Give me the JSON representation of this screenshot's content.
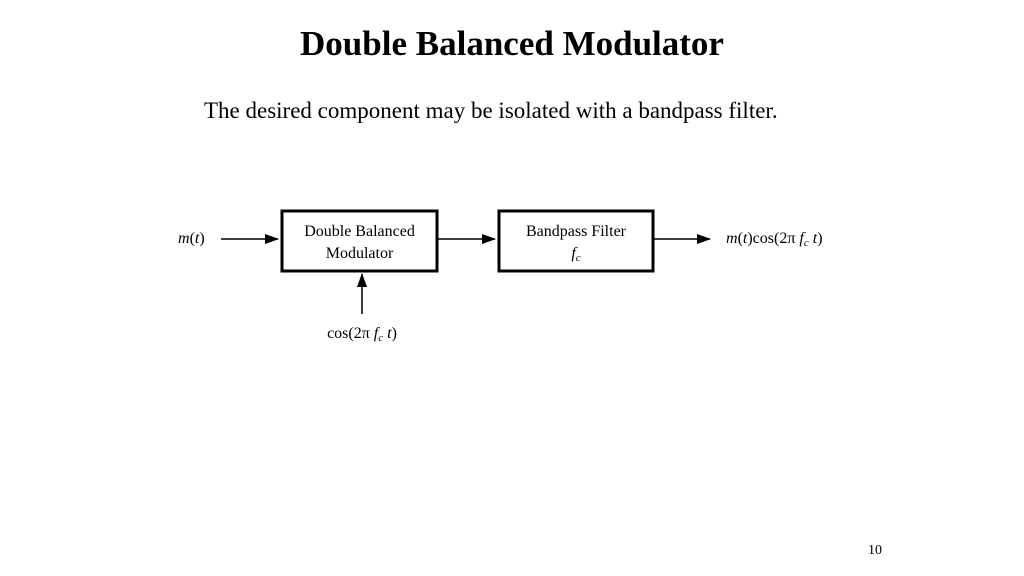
{
  "slide": {
    "title": "Double Balanced Modulator",
    "body": "The desired component may be isolated with a bandpass filter.",
    "page_number": "10"
  },
  "diagram": {
    "input": {
      "m": "m",
      "open": "(",
      "t": "t",
      "close": ")"
    },
    "modulator_block": {
      "line1": "Double Balanced",
      "line2": "Modulator"
    },
    "filter_block": {
      "line1": "Bandpass Filter",
      "center_f": "f",
      "center_sub": "c"
    },
    "output": {
      "m": "m",
      "open": "(",
      "t": "t",
      "mid": ")cos(2π ",
      "f": "f",
      "sub": "c",
      "t2": " t",
      "close": ")"
    },
    "carrier": {
      "prefix": "cos(2π ",
      "f": "f",
      "sub": "c",
      "t": " t",
      "close": ")"
    }
  }
}
